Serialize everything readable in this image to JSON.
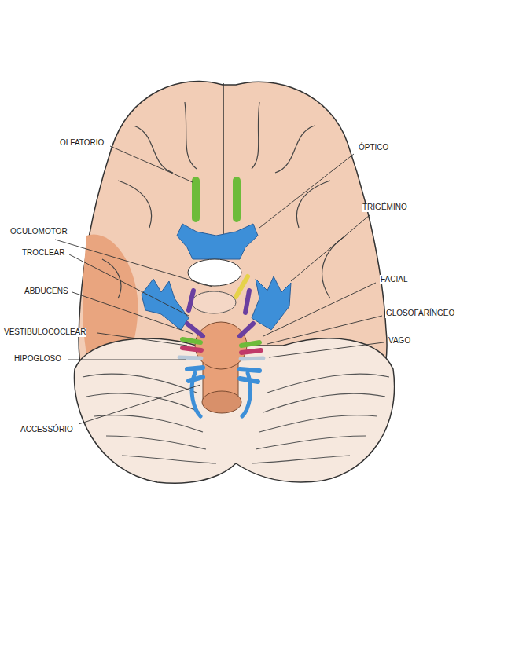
{
  "diagram": {
    "labels": [
      "OLFATORIO",
      "ÓPTICO",
      "TRIGÉMINO",
      "OCULOMOTOR",
      "TROCLEAR",
      "FACIAL",
      "ABDUCENS",
      "GLOSOFARÍNGEO",
      "VESTIBULOCOCLEAR",
      "VAGO",
      "HIPOGLOSO",
      "ACCESSÓRIO"
    ]
  }
}
